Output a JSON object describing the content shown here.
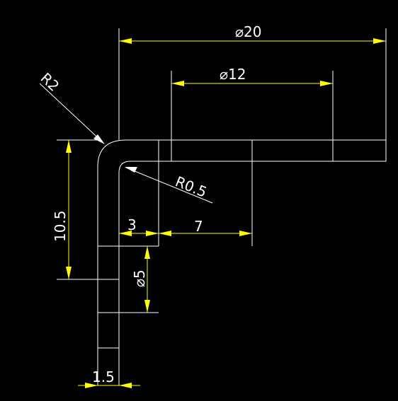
{
  "colors": {
    "background": "#000000",
    "geometry": "#ffffff",
    "dimension": "#ffff00"
  },
  "dimensions": {
    "dia20": "⌀20",
    "dia12": "⌀12",
    "r2": "R2",
    "r05": "R0.5",
    "d10_5": "10.5",
    "d3": "3",
    "d7": "7",
    "dia5": "⌀5",
    "d1_5": "1.5"
  }
}
